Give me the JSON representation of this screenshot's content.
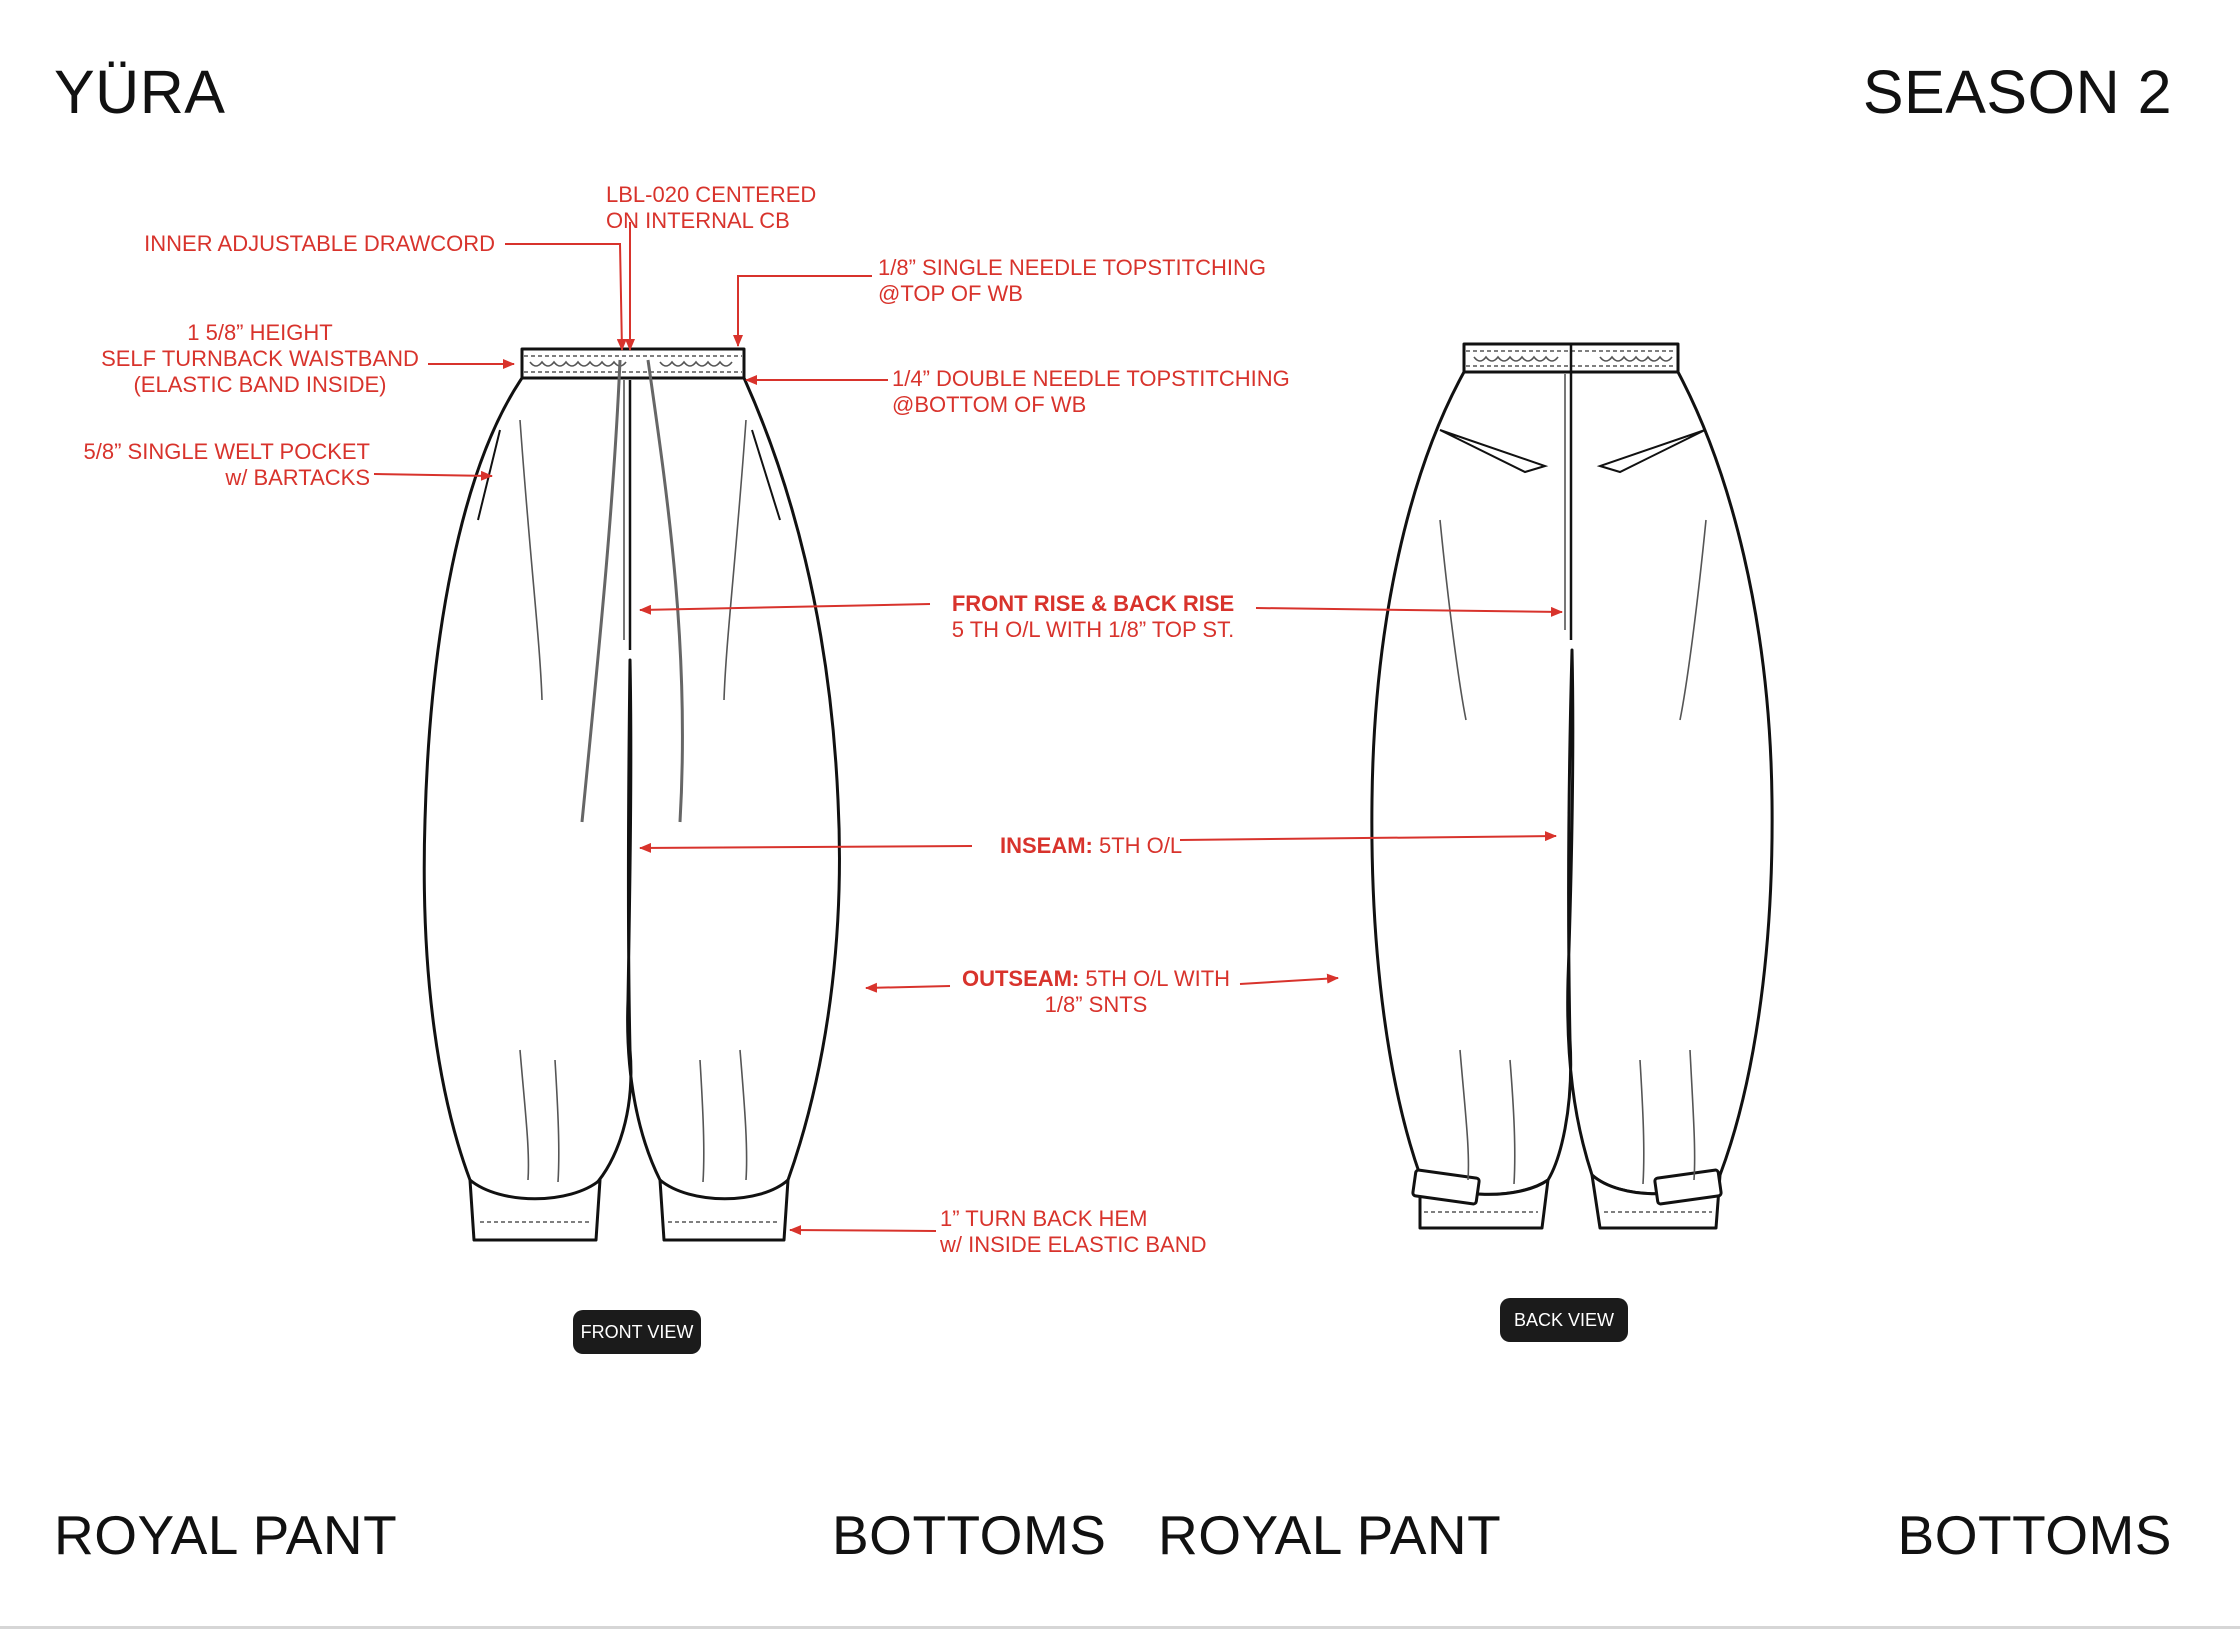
{
  "header": {
    "brand": "YÜRA",
    "season": "SEASON 2"
  },
  "footer": {
    "left_name": "ROYAL PANT",
    "left_category": "BOTTOMS",
    "right_name": "ROYAL PANT",
    "right_category": "BOTTOMS"
  },
  "views": {
    "front_label": "FRONT VIEW",
    "back_label": "BACK VIEW"
  },
  "callouts": {
    "label": {
      "line1": "LBL-020 CENTERED",
      "line2": "ON INTERNAL CB"
    },
    "drawcord": "INNER ADJUSTABLE DRAWCORD",
    "top_stitch": {
      "line1": "1/8” SINGLE NEEDLE TOPSTITCHING",
      "line2": "@TOP OF WB"
    },
    "waistband": {
      "line1": "1 5/8” HEIGHT",
      "line2": "SELF TURNBACK WAISTBAND",
      "line3": "(ELASTIC BAND INSIDE)"
    },
    "bottom_stitch": {
      "line1": "1/4” DOUBLE NEEDLE TOPSTITCHING",
      "line2": "@BOTTOM OF WB"
    },
    "pocket": {
      "line1": "5/8” SINGLE WELT POCKET",
      "line2": "w/ BARTACKS"
    },
    "rise": {
      "title": "FRONT RISE & BACK RISE",
      "detail": "5 TH O/L WITH 1/8” TOP ST."
    },
    "inseam": {
      "title": "INSEAM:",
      "detail": " 5TH O/L"
    },
    "outseam": {
      "title": "OUTSEAM:",
      "detail": " 5TH O/L WITH",
      "line2": "1/8” SNTS"
    },
    "hem": {
      "line1": "1” TURN BACK HEM",
      "line2": "w/ INSIDE ELASTIC BAND"
    }
  },
  "colors": {
    "annotation": "#d8332c",
    "sketch": "#111111",
    "pill": "#1b1b1b"
  }
}
